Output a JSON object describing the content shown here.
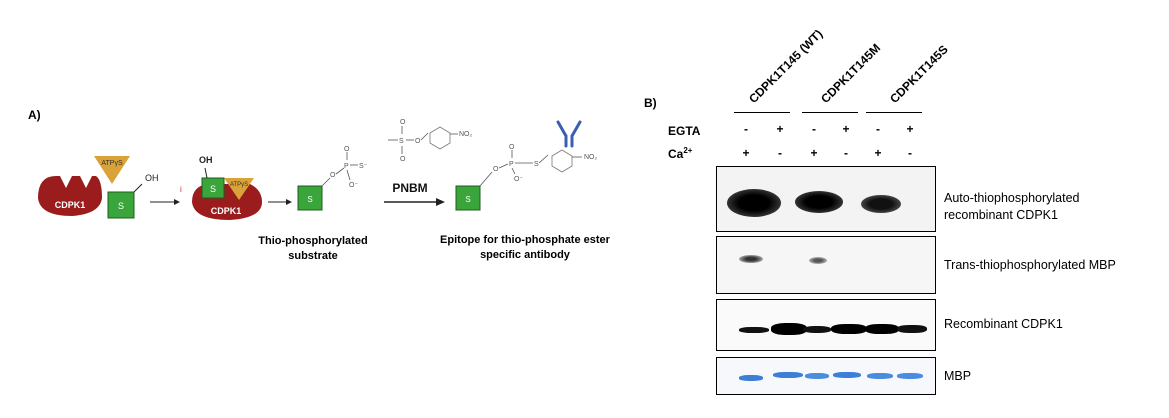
{
  "panel_a": {
    "label": "A)",
    "kinase_label": "CDPK1",
    "atp_label": "ATPγS",
    "substrate_letter": "S",
    "oh_label": "OH",
    "arrow_mark": "i",
    "thio_caption_line1": "Thio-phosphorylated",
    "thio_caption_line2": "substrate",
    "pnbm_label": "PNBM",
    "epitope_caption_line1": "Epitope for thio-phosphate ester",
    "epitope_caption_line2": "specific antibody",
    "chem": {
      "o": "O",
      "p": "P",
      "s_minus": "S⁻",
      "o_minus": "O⁻",
      "no2": "NO₂",
      "s": "S"
    }
  },
  "panel_b": {
    "label": "B)",
    "lanes": [
      "CDPK1T145 (WT)",
      "CDPK1T145M",
      "CDPK1T145S"
    ],
    "rows": [
      {
        "label": "EGTA",
        "signs": [
          "-",
          "+",
          "-",
          "+",
          "-",
          "+"
        ]
      },
      {
        "label": "Ca",
        "label_sup": "2+",
        "signs": [
          "+",
          "-",
          "+",
          "-",
          "+",
          "-"
        ]
      }
    ],
    "blots": [
      {
        "label_line1": "Auto-thiophosphorylated",
        "label_line2": "recombinant CDPK1"
      },
      {
        "label_line1": "Trans-thiophosphorylated MBP",
        "label_line2": ""
      },
      {
        "label_line1": "Recombinant CDPK1",
        "label_line2": ""
      },
      {
        "label_line1": "MBP",
        "label_line2": ""
      }
    ],
    "colors": {
      "band_dark": "#111111",
      "mbp_blue": "#3b7fd8",
      "kinase_red": "#9b1c1c",
      "substrate_green": "#3aa53a",
      "atp_orange": "#d9a33a",
      "antibody_blue": "#3a5fb0"
    }
  }
}
